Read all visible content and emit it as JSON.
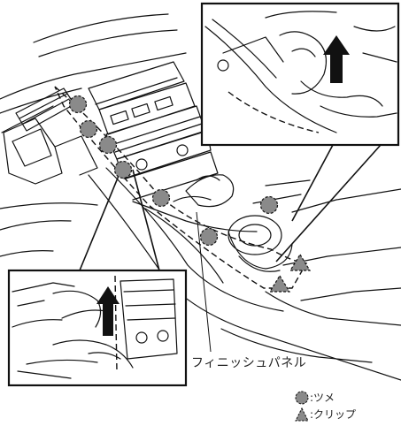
{
  "callout": {
    "panel_label": "フィニッシュパネル"
  },
  "legend": {
    "claw": {
      "symbol": "circle-dot",
      "label": ":ツメ"
    },
    "clip": {
      "symbol": "triangle-dot",
      "label": ":クリップ"
    }
  }
}
